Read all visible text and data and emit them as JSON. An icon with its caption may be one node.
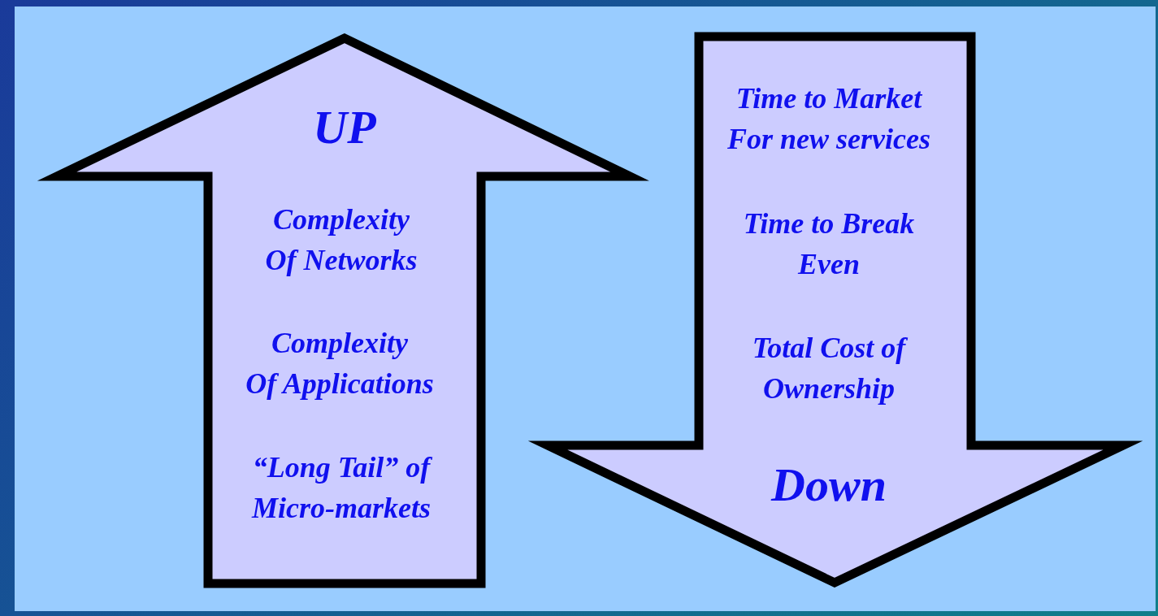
{
  "diagram": {
    "nodes": [
      {
        "text": [
          "UP",
          "Complexity Of Networks",
          "Complexity Of Applications",
          "“Long Tail” of Micro-markets"
        ]
      },
      {
        "text": [
          "Time to Market For new services",
          "Time to Break Even",
          "Total Cost of Ownership",
          "Down"
        ]
      }
    ]
  }
}
